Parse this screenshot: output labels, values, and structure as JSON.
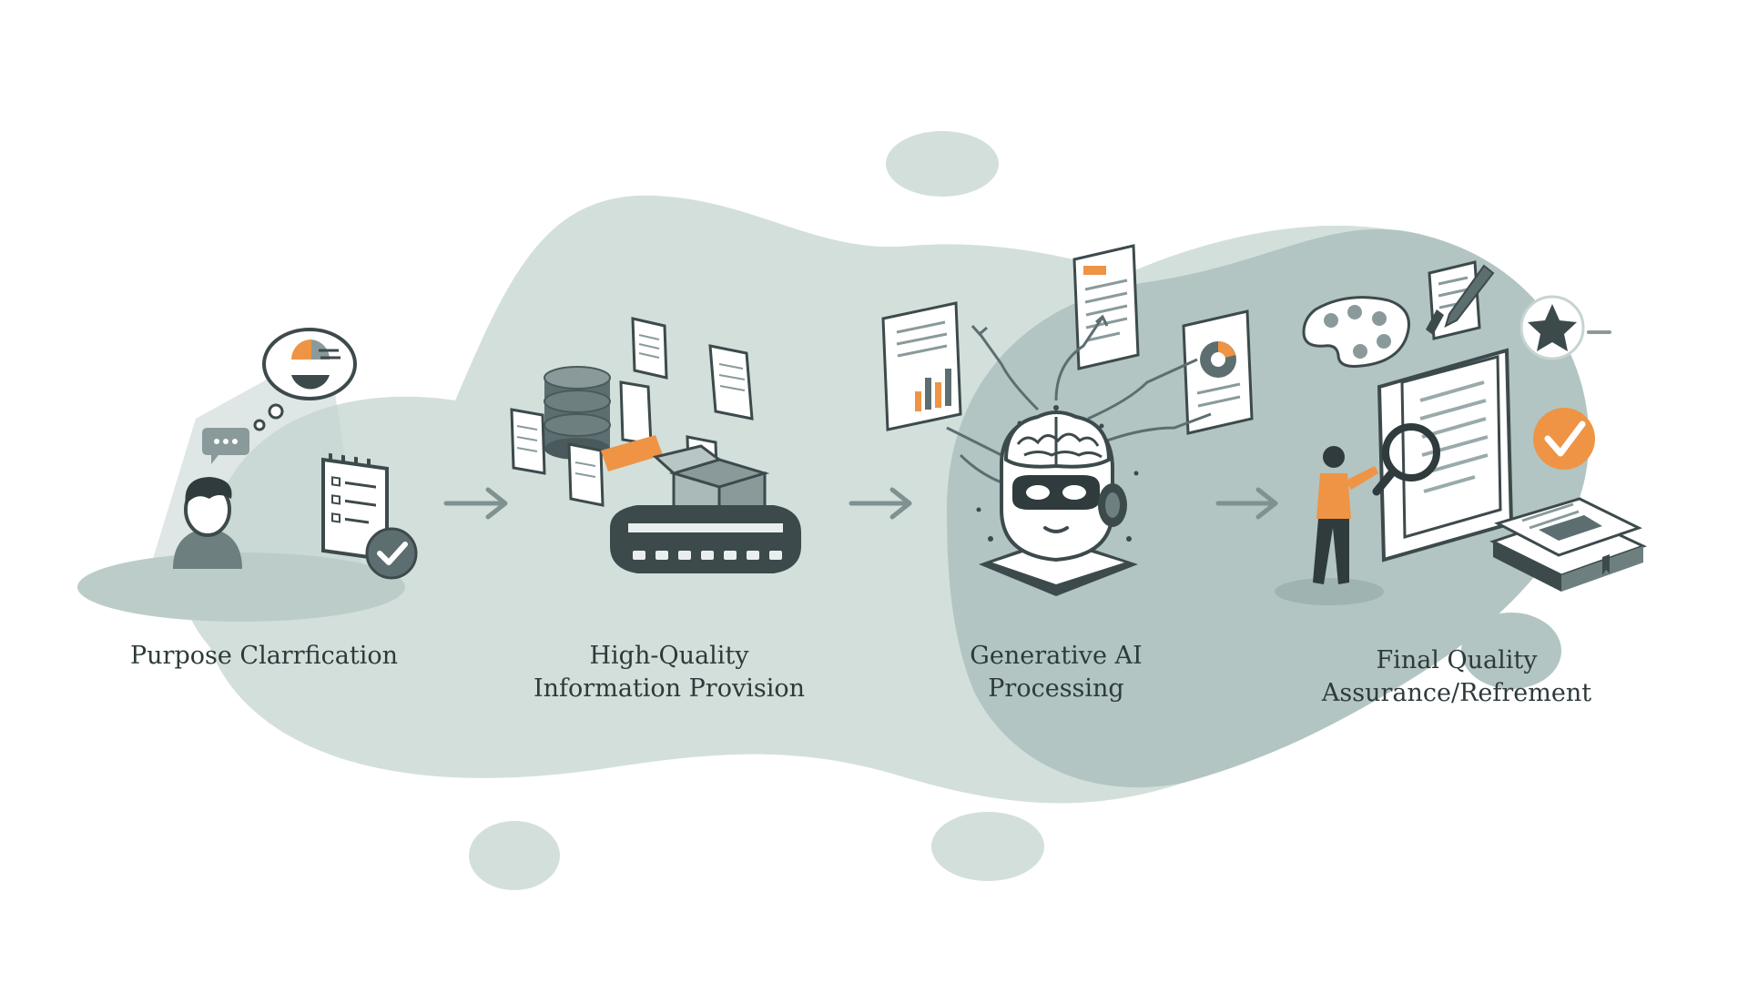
{
  "colors": {
    "blob_light": "#cfdcd8",
    "blob_dark": "#a9bdba",
    "ink": "#3d4a4c",
    "accent": "#ee9444",
    "paper": "#ffffff",
    "gray": "#8a9a9b",
    "text": "#2e3a3a"
  },
  "steps": [
    {
      "icon": "person-thinking-checklist-icon",
      "lines": [
        "Purpose Clarrfication"
      ]
    },
    {
      "icon": "database-documents-conveyor-icon",
      "lines": [
        "High-Quality",
        "Information Provision"
      ]
    },
    {
      "icon": "ai-robot-brain-icon",
      "lines": [
        "Generative AI",
        "Processing"
      ]
    },
    {
      "icon": "quality-review-magnifier-icon",
      "lines": [
        "Final Quality",
        "Assurance/Refrement"
      ]
    }
  ],
  "connectors": [
    "arrow-right-icon",
    "arrow-right-icon",
    "arrow-right-icon"
  ]
}
